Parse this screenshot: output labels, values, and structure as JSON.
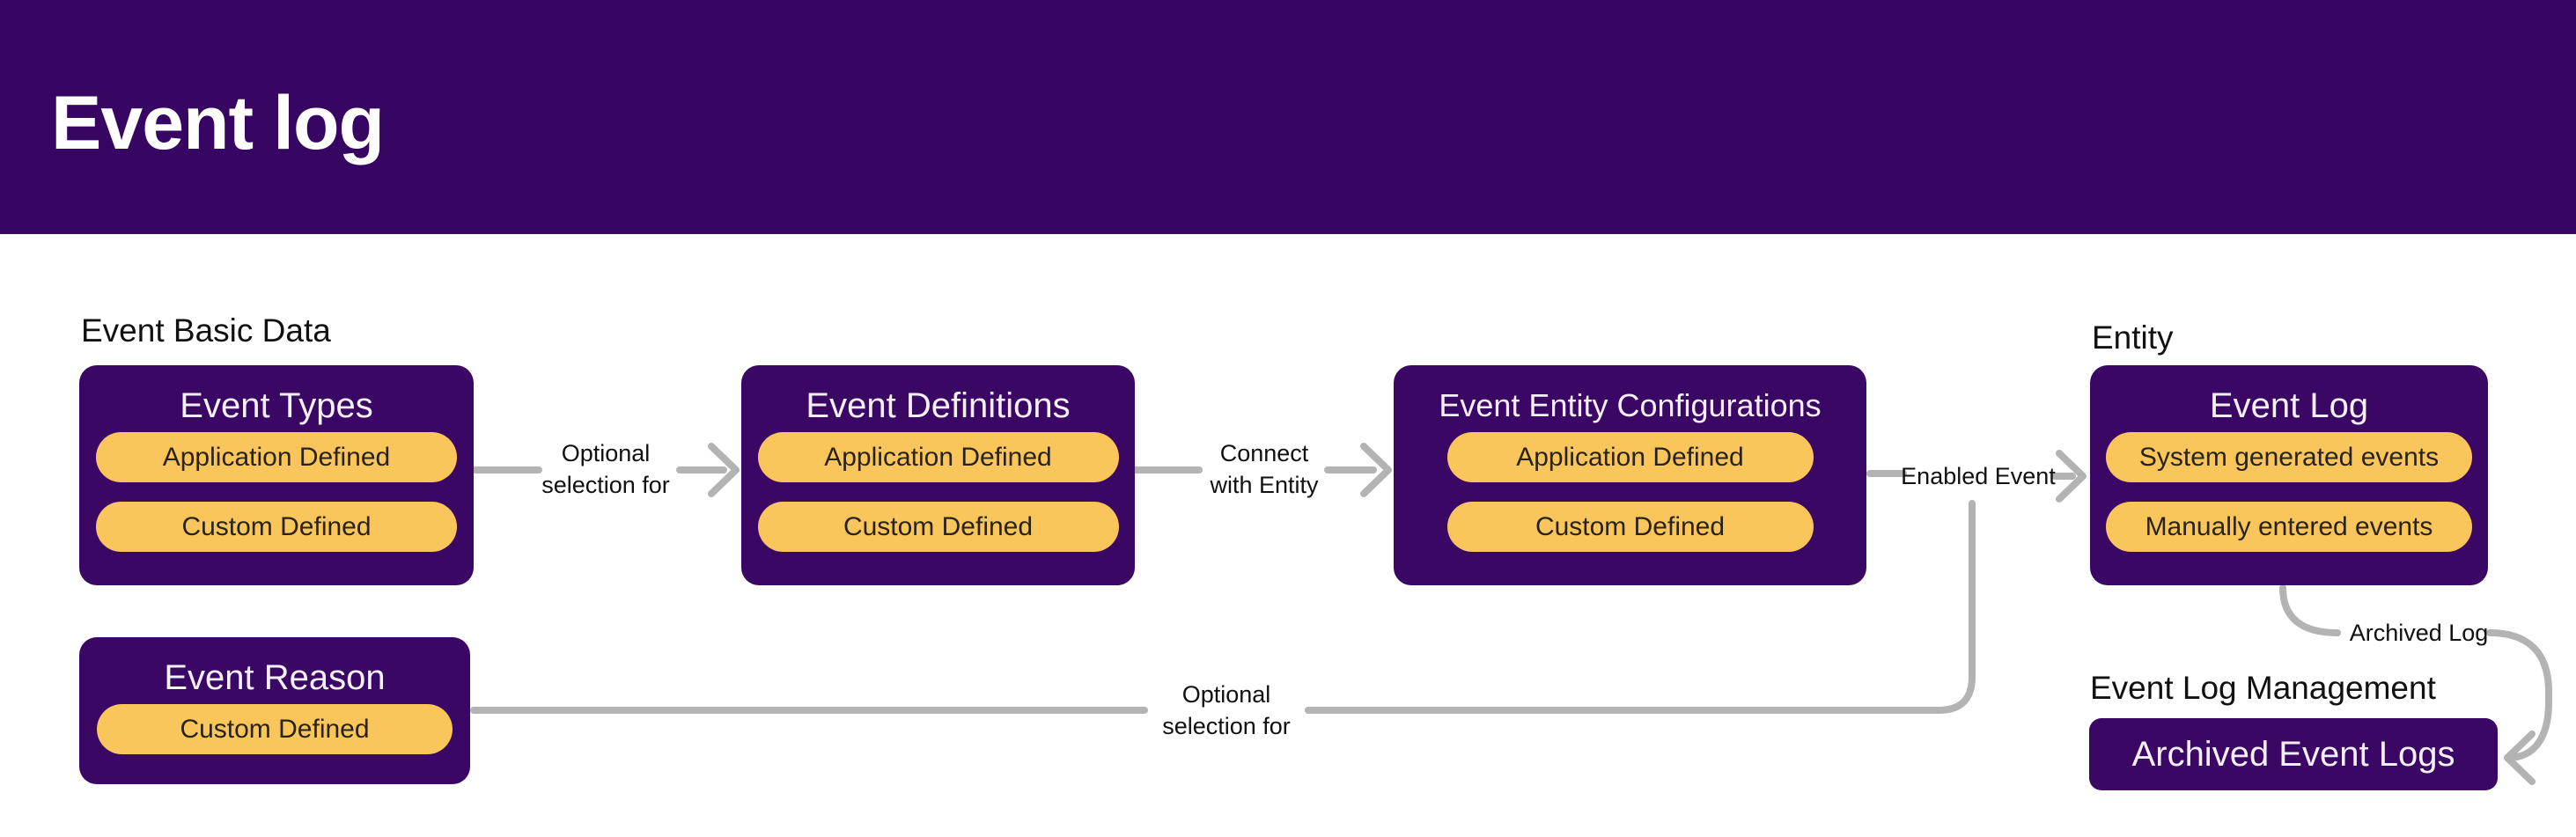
{
  "header": {
    "title": "Event log"
  },
  "sections": [
    {
      "label": "Event Basic Data"
    },
    {
      "label": "Entity"
    },
    {
      "label": "Event Log Management"
    }
  ],
  "nodes": [
    {
      "title": "Event Types",
      "pills": [
        "Application Defined",
        "Custom Defined"
      ]
    },
    {
      "title": "Event Definitions",
      "pills": [
        "Application Defined",
        "Custom Defined"
      ]
    },
    {
      "title": "Event Entity Configurations",
      "pills": [
        "Application Defined",
        "Custom Defined"
      ]
    },
    {
      "title": "Event Log",
      "pills": [
        "System generated events",
        "Manually entered events"
      ]
    },
    {
      "title": "Event Reason",
      "pills": [
        "Custom Defined"
      ]
    },
    {
      "title": "Archived Event Logs",
      "pills": []
    }
  ],
  "connectors": [
    {
      "lines": [
        "Optional",
        "selection for"
      ]
    },
    {
      "lines": [
        "Connect",
        "with Entity"
      ]
    },
    {
      "lines": [
        "Enabled Event"
      ]
    },
    {
      "lines": [
        "Optional",
        "selection for"
      ]
    },
    {
      "lines": [
        "Archived Log"
      ]
    }
  ],
  "colors": {
    "banner_bg": "#370562",
    "node_bg": "#3A0764",
    "pill_bg": "#FAC65C",
    "pill_text": "#282318",
    "node_title": "#F4F0FA",
    "wire": "#B3B3B3",
    "label_text": "#111111",
    "page_bg": "#FFFFFF",
    "banner_title": "#FFFFFF"
  }
}
